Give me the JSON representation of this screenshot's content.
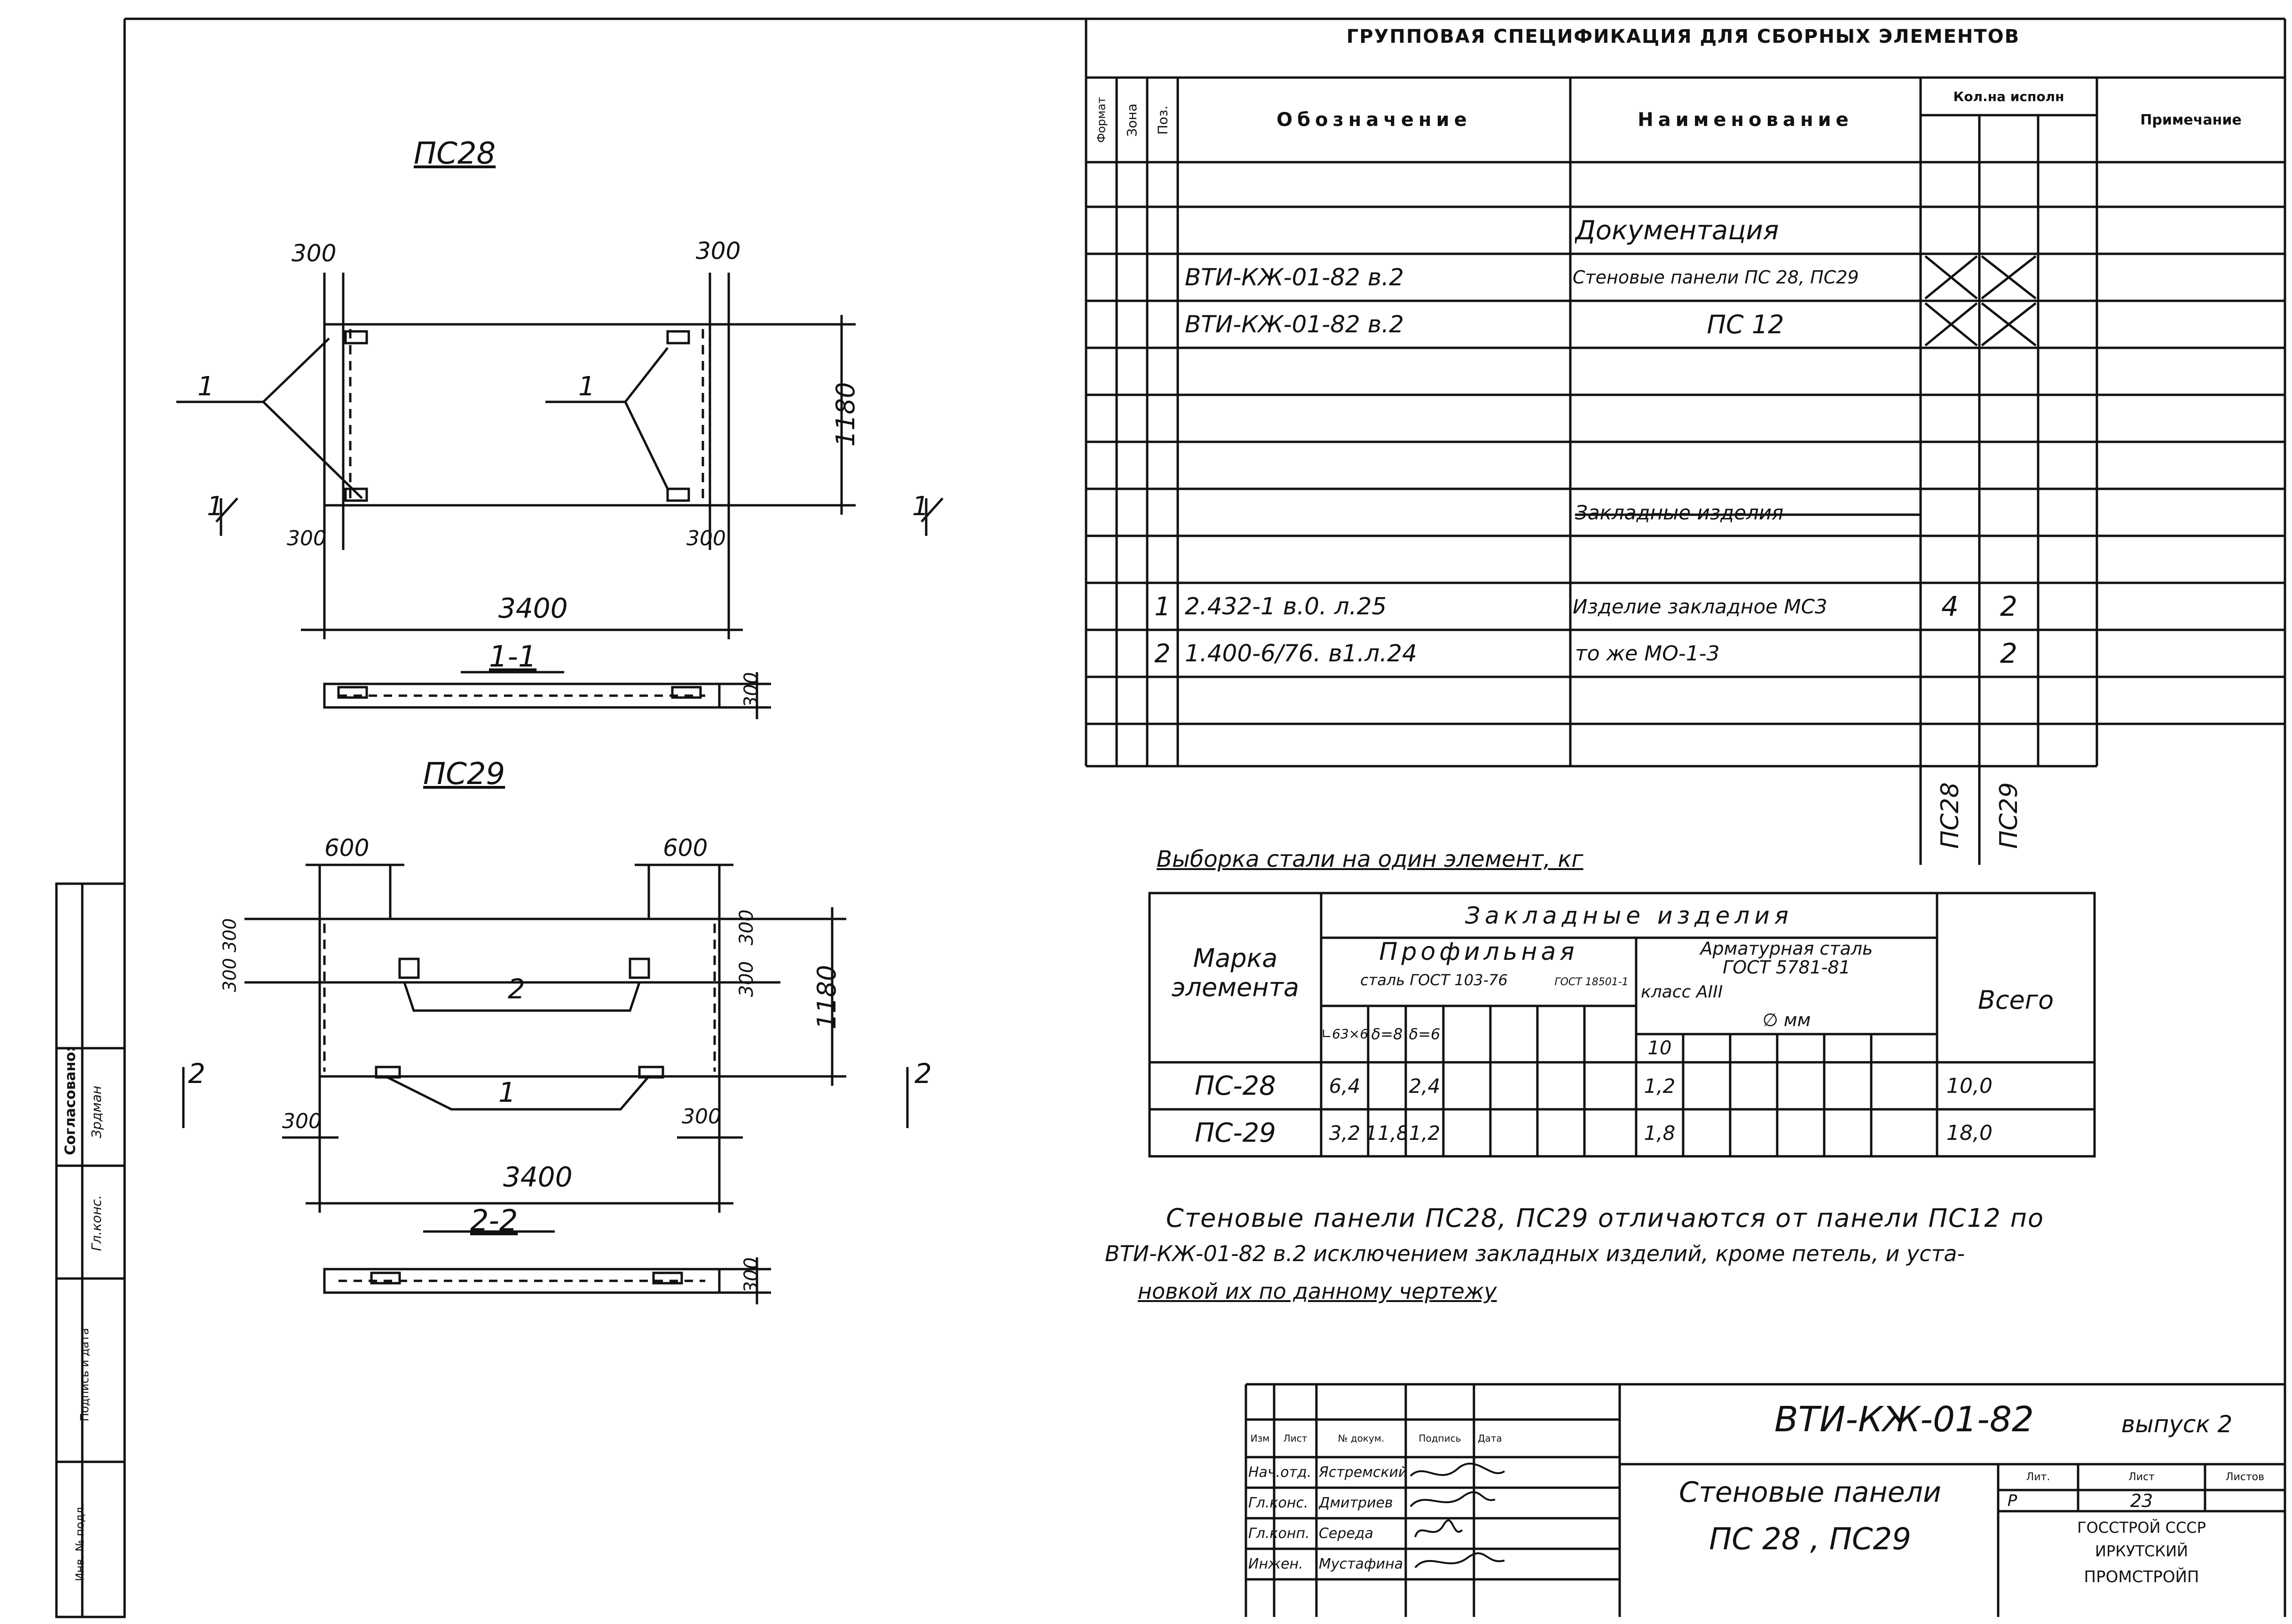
{
  "drawings": {
    "ps28": {
      "title": "ПС28",
      "dim_left_300": "300",
      "dim_right_300": "300",
      "dim_height": "1180",
      "dim_bottom_left_300": "300",
      "dim_bottom_right_300": "300",
      "dim_length": "3400",
      "callout_1a": "1",
      "callout_1b": "1",
      "cut_left": "1",
      "cut_right": "1",
      "section_label": "1-1",
      "section_dim": "300"
    },
    "ps29": {
      "title": "ПС29",
      "dim_top_left_600": "600",
      "dim_top_right_600": "600",
      "dim_left_300_300": "300 300",
      "dim_right_300a": "300",
      "dim_right_300b": "300",
      "dim_height": "1180",
      "callout_2": "2",
      "callout_1": "1",
      "cut_left": "2",
      "cut_right": "2",
      "dim_bottom_left_300": "300",
      "dim_bottom_right_300": "300",
      "dim_length": "3400",
      "section_label": "2-2",
      "section_dim": "300"
    }
  },
  "approval_strip": {
    "header": "Согласовано:",
    "row1": "Гл.конс.",
    "row2": "Зрдман",
    "signature_date": "Подпись и дата",
    "inv_no": "Инв. № подл."
  },
  "spec": {
    "title": "ГРУППОВАЯ СПЕЦИФИКАЦИЯ ДЛЯ СБОРНЫХ ЭЛЕМЕНТОВ",
    "headers": {
      "format": "Формат",
      "zone": "Зона",
      "pos": "Поз.",
      "designation": "Обозначение",
      "name": "Наименование",
      "qty": "Кол.на исполн",
      "note": "Примечание"
    },
    "rows": [
      {
        "pos": "",
        "designation": "",
        "name": "",
        "q1": "",
        "q2": "",
        "note": ""
      },
      {
        "pos": "",
        "designation": "",
        "name": "Документация",
        "q1": "",
        "q2": "",
        "note": ""
      },
      {
        "pos": "",
        "designation": "ВТИ-КЖ-01-82 в.2",
        "name": "Стеновые панели ПС 28, ПС29",
        "q1": "",
        "q2": "",
        "note": ""
      },
      {
        "pos": "",
        "designation": "ВТИ-КЖ-01-82 в.2",
        "name": "ПС 12",
        "q1": "",
        "q2": "",
        "note": ""
      },
      {
        "pos": "",
        "designation": "",
        "name": "",
        "q1": "",
        "q2": "",
        "note": ""
      },
      {
        "pos": "",
        "designation": "",
        "name": "",
        "q1": "",
        "q2": "",
        "note": ""
      },
      {
        "pos": "",
        "designation": "",
        "name": "",
        "q1": "",
        "q2": "",
        "note": ""
      },
      {
        "pos": "",
        "designation": "",
        "name": "Закладные изделия",
        "q1": "",
        "q2": "",
        "note": ""
      },
      {
        "pos": "",
        "designation": "",
        "name": "",
        "q1": "",
        "q2": "",
        "note": ""
      },
      {
        "pos": "1",
        "designation": "2.432-1 в.0. л.25",
        "name": "Изделие закладное МС3",
        "q1": "4",
        "q2": "2",
        "note": ""
      },
      {
        "pos": "2",
        "designation": "1.400-6/76. в1.л.24",
        "name": "то же   МО-1-3",
        "q1": "",
        "q2": "2",
        "note": ""
      },
      {
        "pos": "",
        "designation": "",
        "name": "",
        "q1": "",
        "q2": "",
        "note": ""
      }
    ],
    "col_marks": [
      "ПС28",
      "ПС29"
    ]
  },
  "steel": {
    "caption": "Выборка стали на один элемент, кг",
    "group_header": "Закладные изделия",
    "mark_header": "Марка элемента",
    "profile_header": "Профильная",
    "profile_sub": "сталь ГОСТ 103-76",
    "gost_sub": "ГОСТ 18501-1",
    "rebar_header": "Арматурная сталь",
    "rebar_gost": "ГОСТ 5781-81",
    "rebar_class": "класс АIII",
    "diam": "∅ мм",
    "total_header": "Всего",
    "sub_cols": [
      "∟63×6",
      "δ=8",
      "δ=6"
    ],
    "diam_col": "10",
    "rows": [
      {
        "mark": "ПС-28",
        "c1": "6,4",
        "c2": "",
        "c3": "2,4",
        "d10": "1,2",
        "total": "10,0"
      },
      {
        "mark": "ПС-29",
        "c1": "3,2",
        "c2": "11,8",
        "c3": "1,2",
        "d10": "1,8",
        "total": "18,0"
      }
    ]
  },
  "note": {
    "line1": "Стеновые панели ПС28, ПС29 отличаются от панели ПС12 по",
    "line2": "ВТИ-КЖ-01-82 в.2 исключением закладных изделий, кроме петель, и уста-",
    "line3": "новкой их по данному чертежу"
  },
  "titleblock": {
    "code": "ВТИ-КЖ-01-82",
    "issue": "выпуск 2",
    "headers": [
      "Изм",
      "Лист",
      "№ докум.",
      "Подпись",
      "Дата"
    ],
    "people": [
      {
        "role": "Нач.отд.",
        "name": "Ястремский"
      },
      {
        "role": "Гл.конс.",
        "name": "Дмитриев"
      },
      {
        "role": "Гл.конп.",
        "name": "Середа"
      },
      {
        "role": "Инжен.",
        "name": "Мустафина"
      }
    ],
    "doc_title_1": "Стеновые панели",
    "doc_title_2": "ПС 28 , ПС29",
    "lit_label": "Лит.",
    "sheet_label": "Лист",
    "sheets_label": "Листов",
    "lit_value": "Р",
    "sheet_value": "23",
    "org_1": "ГОССТРОЙ СССР",
    "org_2": "ИРКУТСКИЙ",
    "org_3": "ПРОМСТРОЙП"
  }
}
